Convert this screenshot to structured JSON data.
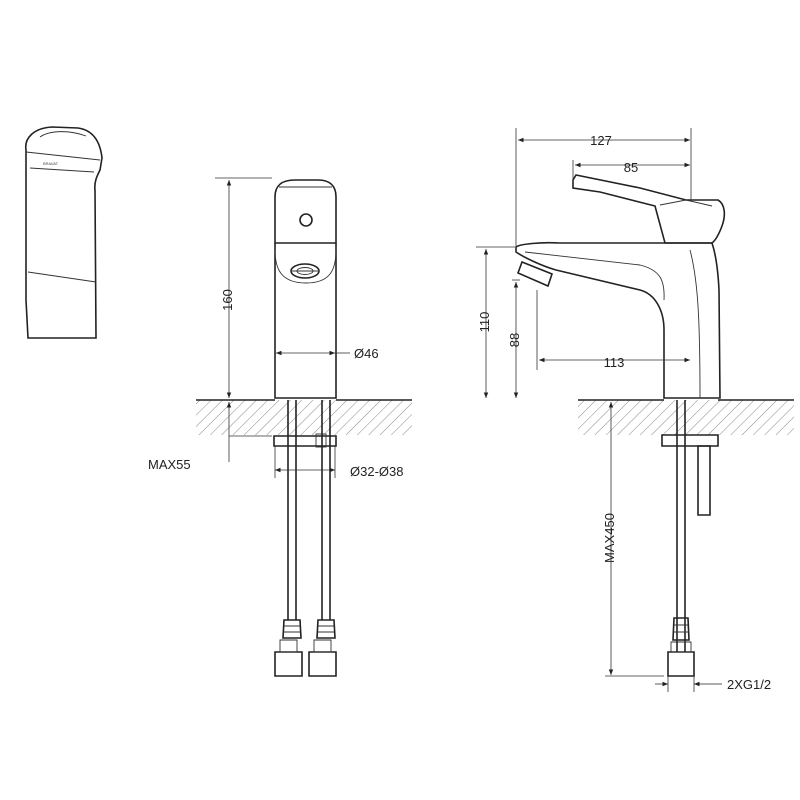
{
  "brand_mark": "BRAVAT",
  "dimensions": {
    "overall_depth": "127",
    "lever_depth": "85",
    "front_height": "160",
    "base_diameter": "Ø46",
    "mounting_thickness": "MAX55",
    "hole_diameter": "Ø32-Ø38",
    "side_height": "110",
    "spout_height": "88",
    "spout_reach": "113",
    "hose_length": "MAX450",
    "connection_thread": "2XG1/2"
  }
}
